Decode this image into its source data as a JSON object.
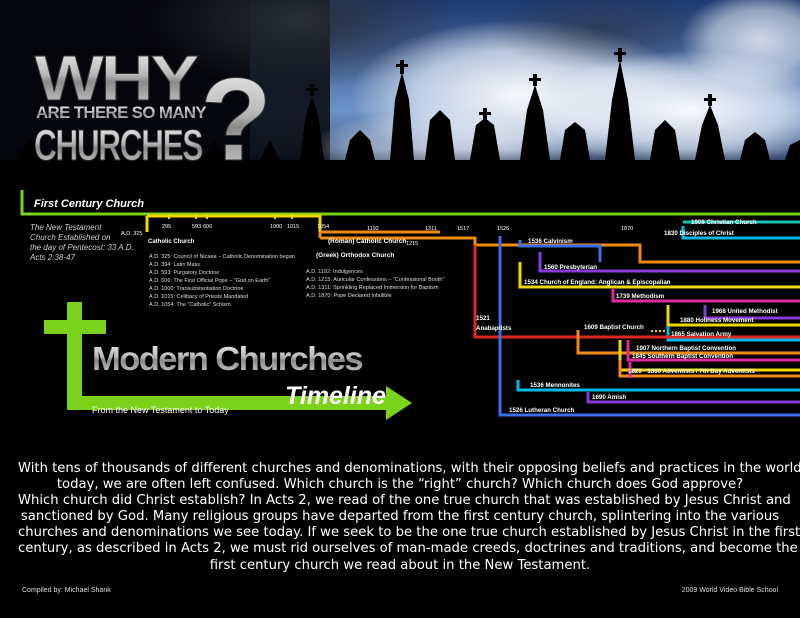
{
  "header": {
    "title_line1": "WHY",
    "title_line2": "ARE THERE SO MANY",
    "title_line3": "CHURCHES",
    "question_mark": "?"
  },
  "first_century": {
    "title": "First Century Church",
    "desc": [
      "The New Testament",
      "Church Established on",
      "the day of Pentecost: 33 A.D.",
      "Acts 2:38-47"
    ]
  },
  "catholic": {
    "label": "Catholic Church",
    "ad_start": "A.D. 325",
    "years": [
      "295",
      "593",
      "606",
      "1000",
      "1015",
      "1054"
    ],
    "events": [
      "A.D. 325:   Council of Nicaea – Catholic Denomination began",
      "A.D. 394:   Latin Mass",
      "A.D. 593:   Purgatory Doctrine",
      "A.D. 606:   The First Official Pope – \"God on Earth\"",
      "A.D. 1000:  Transubstantiation Doctrine",
      "A.D. 1015:  Celibacy of Priests Mandated",
      "A.D. 1054:  The \"Catholic\" Schism"
    ]
  },
  "schism": {
    "roman": "(Roman) Catholic Church",
    "greek": "(Greek) Orthodox Church",
    "years": [
      "1192",
      "1215",
      "1311",
      "1517",
      "1526",
      "1870"
    ],
    "events": [
      "A.D. 1192:  Indulgences",
      "A.D. 1215:  Auricular Confessions – \"Confessional Booth\"",
      "A.D. 1311:  Sprinkling Replaced Immersion for Baptism",
      "A.D. 1870:  Pope Declared Infallible"
    ]
  },
  "branches": {
    "christian_church": "1906 Christian Church",
    "disciples": "1830 Disciples of Christ",
    "calvinism": "1536 Calvinism",
    "presbyterian": "1560 Presbyterian",
    "anglican": "1534 Church of England: Anglican & Episcopalian",
    "methodism": "1739 Methodism",
    "united_methodist": "1968 United Methodist",
    "holiness": "1880 Holiness Movement",
    "salvation_army": "1865 Salvation Army",
    "anabaptists_year": "1521",
    "anabaptists": "Anabaptists",
    "baptist": "1609 Baptist Church",
    "northern_baptist": "1907 Northern Baptist Convention",
    "southern_baptist": "1845 Southern Baptist Convention",
    "adventists": "1820 - 1860 Adventists / 7th Day Adventists",
    "mennonites": "1536 Mennonites",
    "amish": "1690 Amish",
    "lutheran": "1526 Lutheran Church"
  },
  "logo": {
    "modern": "Modern Churches",
    "timeline": "Timeline",
    "subtitle": "From the New Testament to Today"
  },
  "paragraph": [
    "With tens of thousands of different churches and denominations, with their opposing beliefs and practices in the world",
    "today, we are often left confused.  Which church is the “right” church?  Which church does God approve?",
    "Which church did Christ establish?  In Acts 2, we read of the one true church that was established by Jesus Christ and",
    "sanctioned by God.  Many religious groups have departed from the first century church, splintering into the various",
    "churches and denominations we see today.  If we seek to be the one true church established by Jesus Christ in the first",
    "century, as described in Acts 2, we must rid ourselves of man-made creeds, doctrines and traditions, and become the",
    "first century church we read about in the New Testament."
  ],
  "footer": {
    "left": "Compiled by: Michael Shank",
    "right": "2009     World Video Bible School"
  },
  "colors": {
    "green": "#7ad31a",
    "orange": "#f08a10",
    "yellow": "#f2d600",
    "blue": "#3b6df0",
    "cyan": "#00b8e6",
    "purple": "#8a3ad8",
    "magenta": "#e02a9a",
    "red": "#e0281e",
    "sky": "#5f8fc8"
  }
}
